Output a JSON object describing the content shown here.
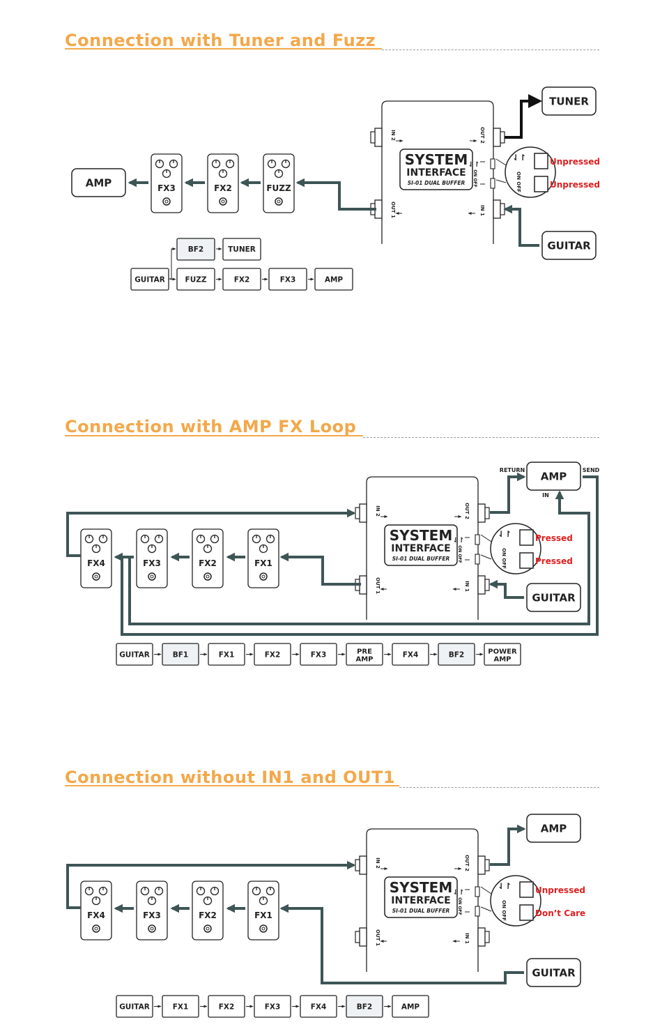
{
  "colors": {
    "title": "#f3a84a",
    "cable": "#3e5556",
    "note": "#e01f1f",
    "highlight": "#eef2f4",
    "line": "#222222"
  },
  "sections": [
    {
      "title": "Connection  with  Tuner  and  Fuzz",
      "boxes": {
        "tuner": "TUNER",
        "amp": "AMP",
        "guitar": "GUITAR"
      },
      "pedals": [
        "FX3",
        "FX2",
        "FUZZ"
      ],
      "device": {
        "line1": "SYSTEM",
        "line2": "INTERFACE",
        "line3": "SI-01 DUAL BUFFER"
      },
      "jacks": {
        "in2": "IN 2",
        "out2": "OUT 2",
        "out1": "OUT 1",
        "in1": "IN 1",
        "onoff": "ON OFF"
      },
      "switch_notes": [
        "Unpressed",
        "Unpressed"
      ],
      "chain_top": [
        "BF2",
        "TUNER"
      ],
      "chain": [
        "GUITAR",
        "FUZZ",
        "FX2",
        "FX3",
        "AMP"
      ]
    },
    {
      "title": "Connection  with  AMP  FX  Loop",
      "boxes": {
        "amp": "AMP",
        "guitar": "GUITAR",
        "return": "RETURN",
        "send": "SEND",
        "in": "IN"
      },
      "pedals": [
        "FX4",
        "FX3",
        "FX2",
        "FX1"
      ],
      "device": {
        "line1": "SYSTEM",
        "line2": "INTERFACE",
        "line3": "SI-01 DUAL BUFFER"
      },
      "jacks": {
        "in2": "IN 2",
        "out2": "OUT 2",
        "out1": "OUT 1",
        "in1": "IN 1",
        "onoff": "ON OFF"
      },
      "switch_notes": [
        "Pressed",
        "Pressed"
      ],
      "chain": [
        "GUITAR",
        "BF1",
        "FX1",
        "FX2",
        "FX3",
        "PRE AMP",
        "FX4",
        "BF2",
        "POWER AMP"
      ]
    },
    {
      "title": "Connection  without  IN1  and  OUT1",
      "boxes": {
        "amp": "AMP",
        "guitar": "GUITAR"
      },
      "pedals": [
        "FX4",
        "FX3",
        "FX2",
        "FX1"
      ],
      "device": {
        "line1": "SYSTEM",
        "line2": "INTERFACE",
        "line3": "SI-01 DUAL BUFFER"
      },
      "jacks": {
        "in2": "IN 2",
        "out2": "OUT 2",
        "out1": "OUT 1",
        "in1": "IN 1",
        "onoff": "ON OFF"
      },
      "switch_notes": [
        "Unpressed",
        "Don’t Care"
      ],
      "chain": [
        "GUITAR",
        "FX1",
        "FX2",
        "FX3",
        "FX4",
        "BF2",
        "AMP"
      ]
    }
  ]
}
